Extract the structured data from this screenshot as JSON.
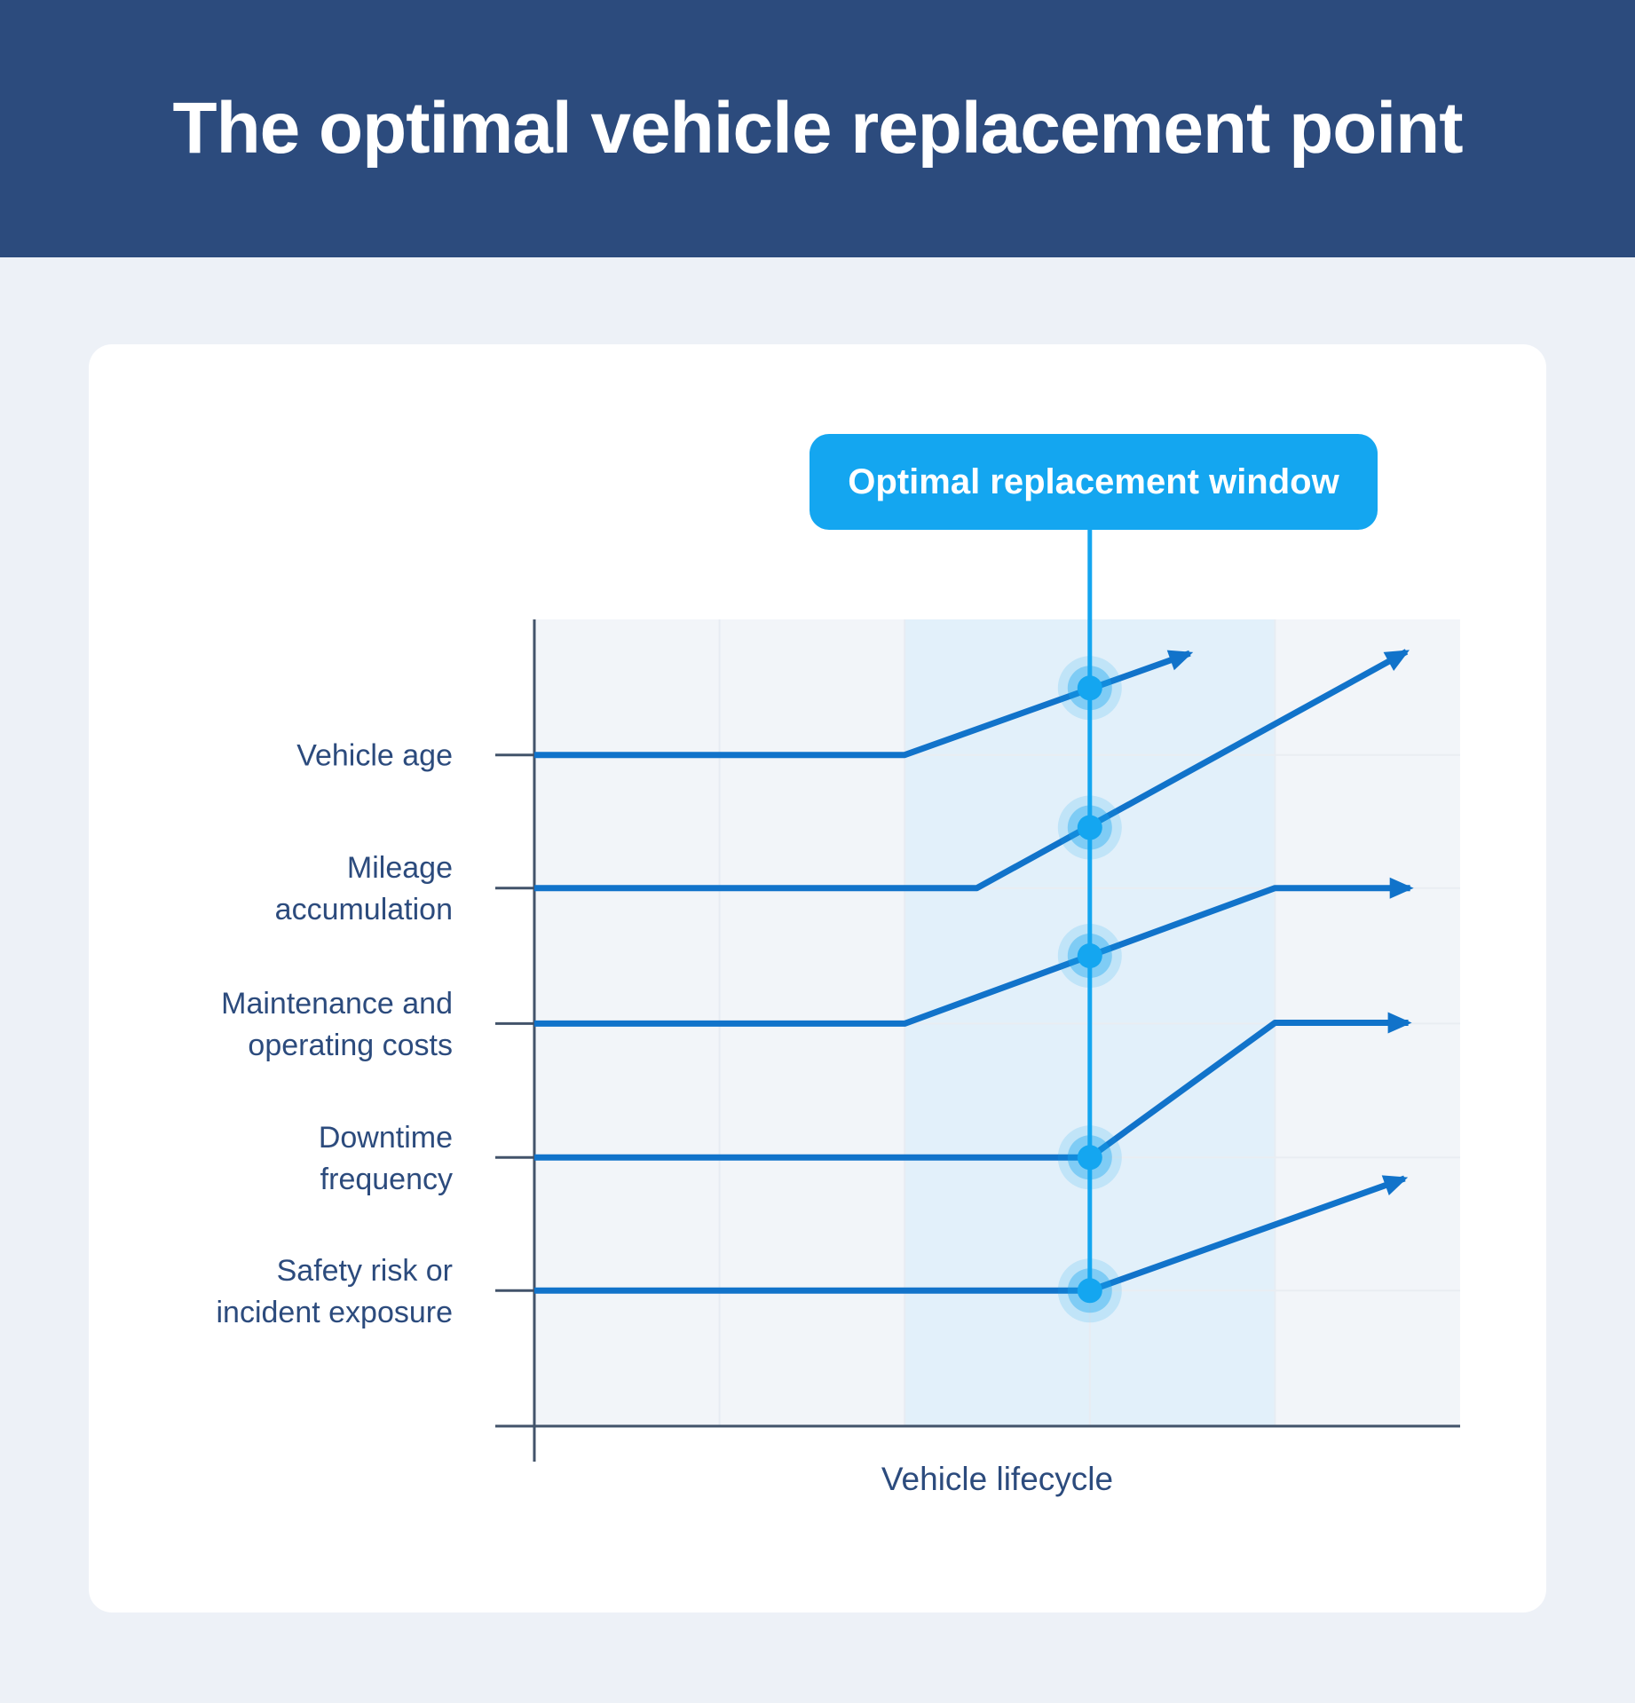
{
  "header": {
    "title": "The optimal vehicle replacement point",
    "bg_color": "#2c4b7d",
    "text_color": "#ffffff"
  },
  "callout": {
    "label": "Optimal replacement window",
    "bg_color": "#14a6f0",
    "text_color": "#ffffff"
  },
  "chart_data": {
    "type": "line",
    "title": "",
    "xlabel": "Vehicle lifecycle",
    "ylabel": "",
    "grid": true,
    "legend": "none",
    "x_axis_range": [
      0,
      1
    ],
    "y_axis_range": [
      0,
      1
    ],
    "columns": 5,
    "categories": [
      {
        "name": "Vehicle age",
        "label_lines": [
          "Vehicle age"
        ],
        "level": 0.832
      },
      {
        "name": "Mileage accumulation",
        "label_lines": [
          "Mileage",
          "accumulation"
        ],
        "level": 0.667
      },
      {
        "name": "Maintenance and operating costs",
        "label_lines": [
          "Maintenance and",
          "operating costs"
        ],
        "level": 0.499
      },
      {
        "name": "Downtime frequency",
        "label_lines": [
          "Downtime",
          "frequency"
        ],
        "level": 0.333
      },
      {
        "name": "Safety risk or incident exposure",
        "label_lines": [
          "Safety risk or",
          "incident exposure"
        ],
        "level": 0.168
      }
    ],
    "series": [
      {
        "name": "Vehicle age",
        "points": [
          [
            0.0,
            0.832
          ],
          [
            0.4,
            0.832
          ],
          [
            0.708,
            0.958
          ]
        ]
      },
      {
        "name": "Mileage accumulation",
        "points": [
          [
            0.0,
            0.667
          ],
          [
            0.478,
            0.667
          ],
          [
            0.942,
            0.96
          ]
        ]
      },
      {
        "name": "Maintenance and operating costs",
        "points": [
          [
            0.0,
            0.499
          ],
          [
            0.4,
            0.499
          ],
          [
            0.8,
            0.667
          ],
          [
            0.946,
            0.667
          ]
        ]
      },
      {
        "name": "Downtime frequency",
        "points": [
          [
            0.0,
            0.333
          ],
          [
            0.6,
            0.333
          ],
          [
            0.8,
            0.5
          ],
          [
            0.944,
            0.5
          ]
        ]
      },
      {
        "name": "Safety risk or incident exposure",
        "points": [
          [
            0.0,
            0.168
          ],
          [
            0.6,
            0.168
          ],
          [
            0.94,
            0.307
          ]
        ]
      }
    ],
    "optimal_window": {
      "x_range": [
        0.4,
        0.8
      ],
      "marker_x": 0.6,
      "marker_points_y": [
        0.915,
        0.742,
        0.583,
        0.333,
        0.168
      ]
    },
    "colors": {
      "line": "#1173ca",
      "accent": "#14a6f0",
      "band_base": "#f2f5f9",
      "band_window": "#e2f0fa",
      "gridline": "#e9edf2",
      "column_separator": "#e7ecf3",
      "axis": "#42536a",
      "label_text": "#2c4b7d"
    }
  }
}
